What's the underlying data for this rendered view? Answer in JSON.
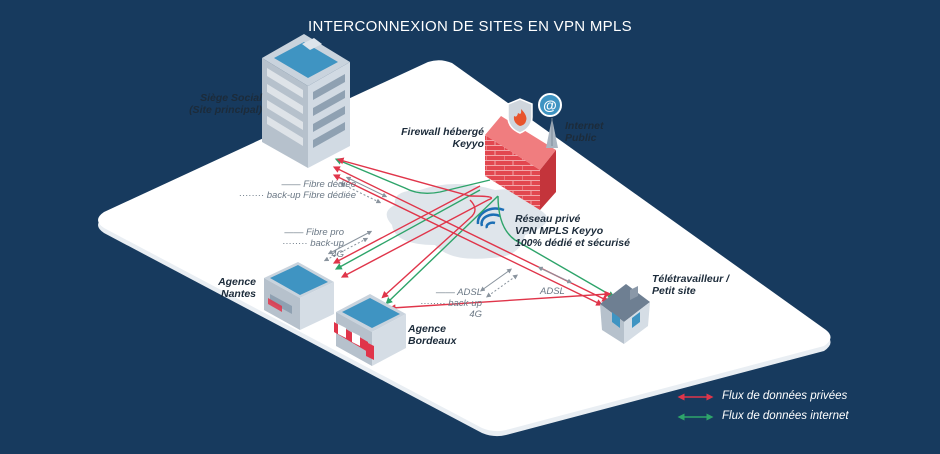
{
  "title": "INTERCONNEXION DE SITES EN VPN MPLS",
  "nodes": {
    "siege": {
      "line1": "Siège Social",
      "line2": "(Site principal)"
    },
    "firewall": {
      "line1": "Firewall hébergé",
      "line2": "Keyyo"
    },
    "internet": {
      "line1": "Internet",
      "line2": "Public"
    },
    "reseau": {
      "line1": "Réseau privé",
      "line2": "VPN MPLS Keyyo",
      "line3": "100% dédié et sécurisé"
    },
    "nantes": {
      "line1": "Agence",
      "line2": "Nantes"
    },
    "bordeaux": {
      "line1": "Agence",
      "line2": "Bordeaux"
    },
    "teletravail": {
      "line1": "Télétravailleur /",
      "line2": "Petit site"
    }
  },
  "links": {
    "siege_primary": "Fibre dédiée",
    "siege_backup": "back-up Fibre dédiée",
    "nantes_primary": "Fibre pro",
    "nantes_backup": "back-up 4G",
    "bordeaux_primary": "ADSL",
    "bordeaux_backup": "back-up 4G",
    "teletravail_primary": "ADSL"
  },
  "legend": {
    "private": {
      "label": "Flux de données privées",
      "color": "#e0354a"
    },
    "internet": {
      "label": "Flux de données internet",
      "color": "#2ea46a"
    }
  },
  "colors": {
    "background": "#173a5e",
    "platform": "#ffffff"
  }
}
